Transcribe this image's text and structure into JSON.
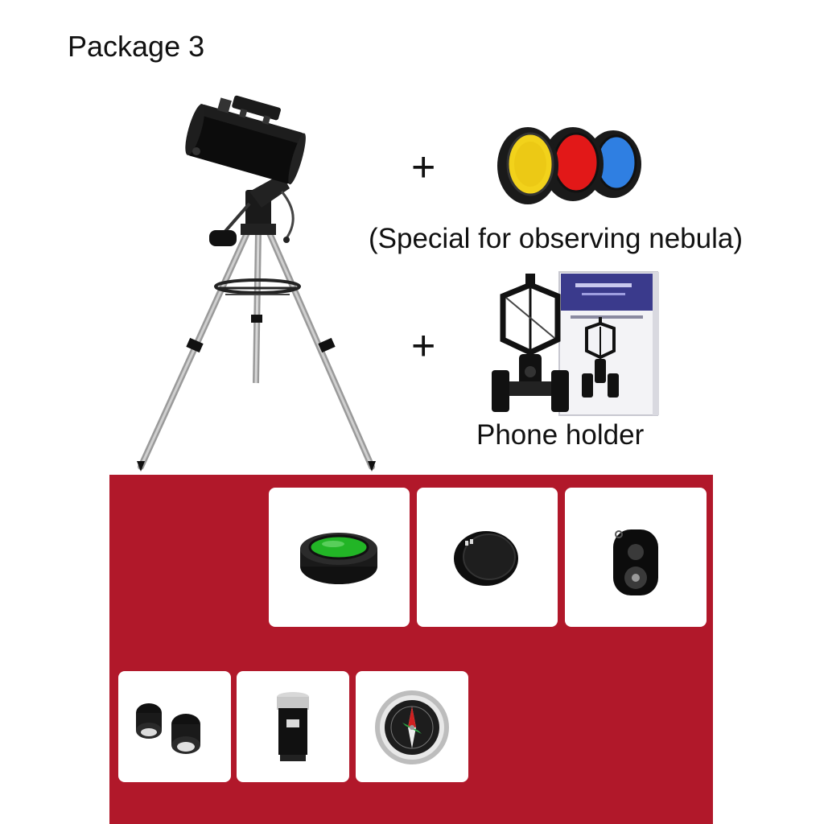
{
  "title": "Package 3",
  "plus_symbol": "+",
  "filters": {
    "caption": "(Special for observing nebula)"
  },
  "phone_holder": {
    "caption": "Phone holder"
  },
  "colors": {
    "panel": "#b1182a",
    "filter_yellow": "#f2d21b",
    "filter_red": "#e21818",
    "filter_blue": "#2f7fe2",
    "filter_green": "#22b526"
  },
  "accessories": [
    {
      "icon": "moon-filter-icon"
    },
    {
      "icon": "lens-cap-icon"
    },
    {
      "icon": "bluetooth-remote-icon"
    },
    {
      "icon": "eyepieces-icon"
    },
    {
      "icon": "barlow-lens-icon"
    },
    {
      "icon": "compass-icon"
    }
  ]
}
